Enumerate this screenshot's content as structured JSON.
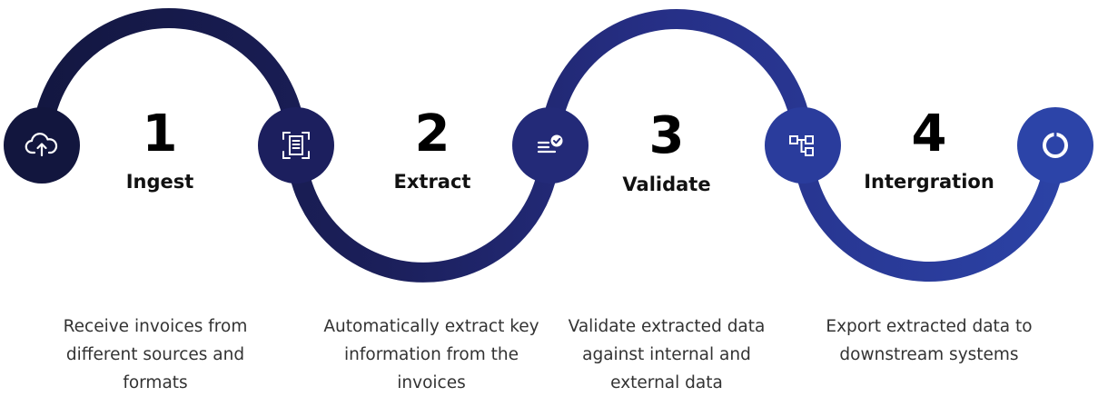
{
  "colors": {
    "dark": "#12163e",
    "mid": "#262f86",
    "blue": "#2c44a8",
    "text": "#333333"
  },
  "steps": [
    {
      "number": "1",
      "title": "Ingest",
      "description": "Receive invoices from different sources and formats",
      "icon": "cloud-upload-icon"
    },
    {
      "number": "2",
      "title": "Extract",
      "description": "Automatically extract key information from the invoices",
      "icon": "document-scan-icon"
    },
    {
      "number": "3",
      "title": "Validate",
      "description": "Validate extracted data against internal and external data",
      "icon": "list-check-icon"
    },
    {
      "number": "4",
      "title": "Intergration",
      "description": "Export extracted data to downstream systems",
      "icon": "hierarchy-icon"
    }
  ],
  "end_icon": "circle-ring-icon"
}
